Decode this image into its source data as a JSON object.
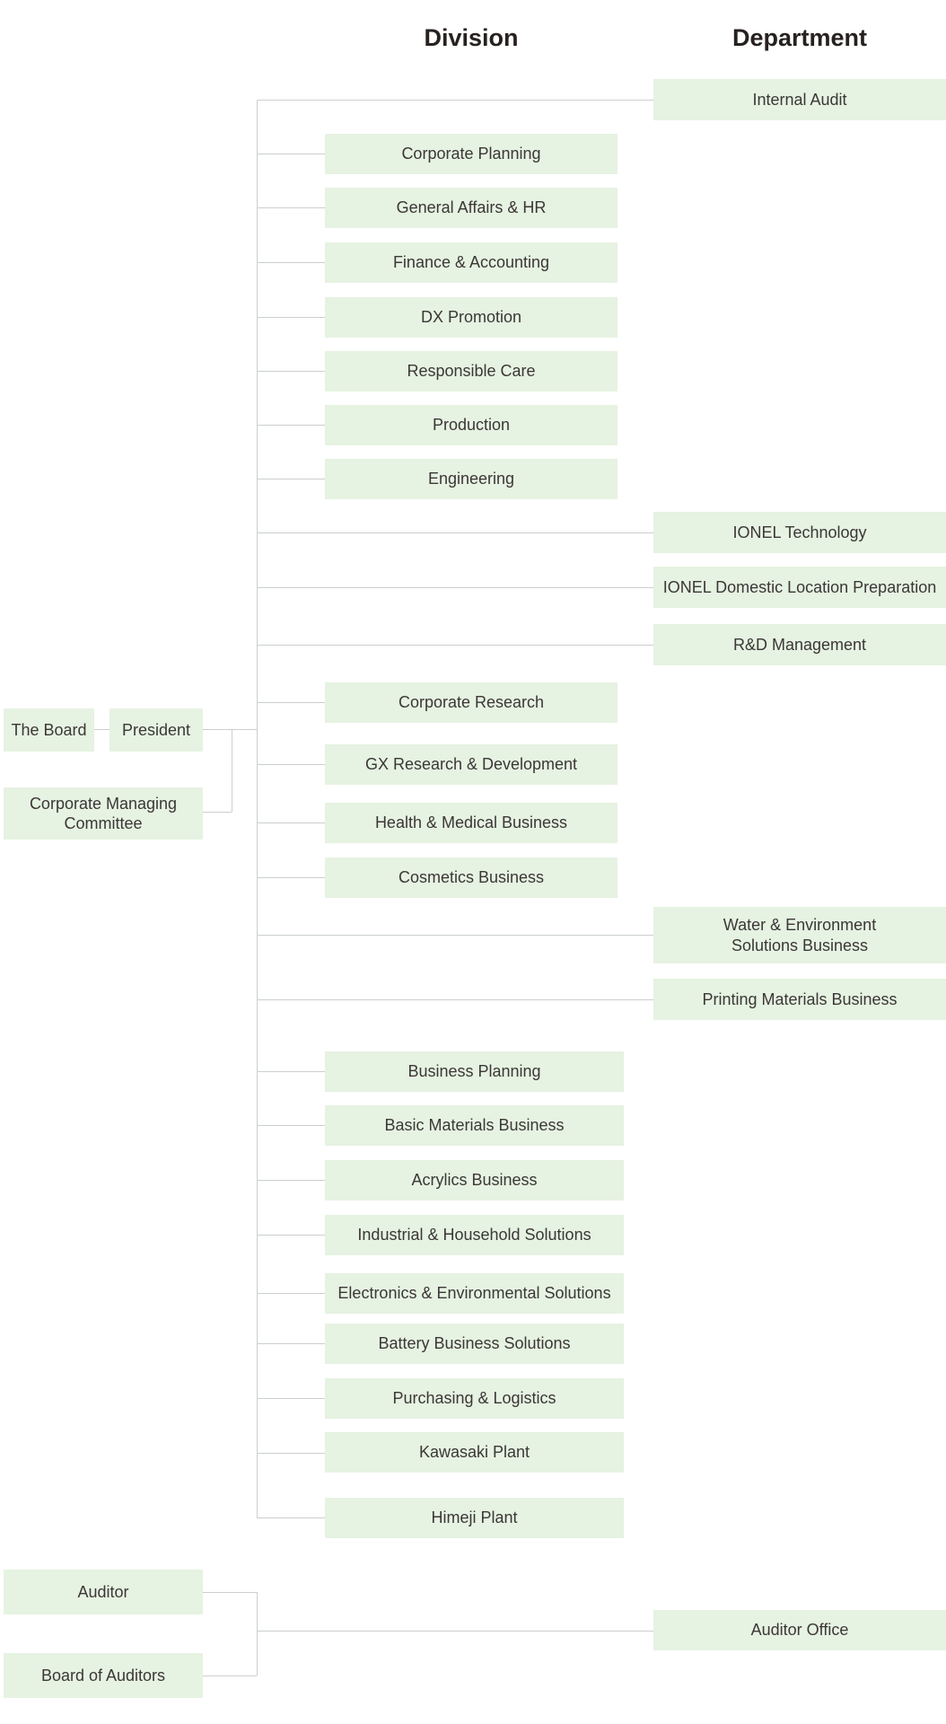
{
  "headers": {
    "division": "Division",
    "department": "Department"
  },
  "executive": {
    "the_board": {
      "label": "The Board"
    },
    "president": {
      "label": "President"
    },
    "corporate_managing_committee": {
      "label": "Corporate Managing Committee"
    }
  },
  "audit": {
    "auditor": {
      "label": "Auditor"
    },
    "board_of_auditors": {
      "label": "Board of Auditors"
    }
  },
  "divisions": [
    {
      "label": "Corporate Planning"
    },
    {
      "label": "General Affairs & HR"
    },
    {
      "label": "Finance & Accounting"
    },
    {
      "label": "DX Promotion"
    },
    {
      "label": "Responsible Care"
    },
    {
      "label": "Production"
    },
    {
      "label": "Engineering"
    },
    {
      "label": "Corporate Research"
    },
    {
      "label": "GX Research & Development"
    },
    {
      "label": "Health & Medical Business"
    },
    {
      "label": "Cosmetics Business"
    },
    {
      "label": "Business Planning"
    },
    {
      "label": "Basic Materials Business"
    },
    {
      "label": "Acrylics Business"
    },
    {
      "label": "Industrial & Household Solutions"
    },
    {
      "label": "Electronics & Environmental Solutions"
    },
    {
      "label": "Battery Business Solutions"
    },
    {
      "label": "Purchasing & Logistics"
    },
    {
      "label": "Kawasaki Plant"
    },
    {
      "label": "Himeji Plant"
    }
  ],
  "departments": [
    {
      "label": "Internal Audit"
    },
    {
      "label": "IONEL Technology"
    },
    {
      "label": "IONEL Domestic Location Preparation"
    },
    {
      "label": "R&D Management"
    },
    {
      "label": "Water & Environment Solutions Business"
    },
    {
      "label": "Printing Materials Business"
    },
    {
      "label": "Auditor Office"
    }
  ],
  "colors": {
    "box_fill": "#e6f2e2",
    "connector_line": "#cbd0cb",
    "box_text": "#3b3735",
    "header_text": "#272120",
    "background": "#ffffff"
  }
}
